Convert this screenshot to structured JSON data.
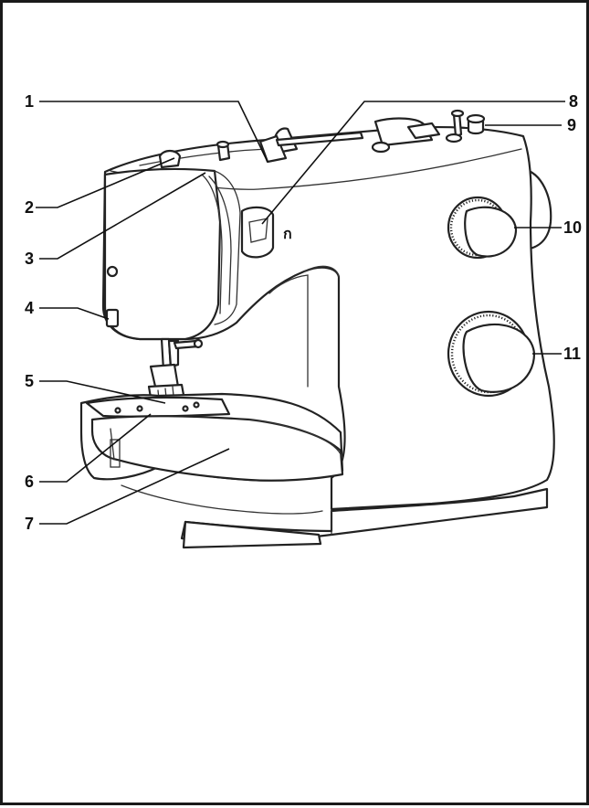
{
  "callouts": [
    {
      "id": "1",
      "label": "1"
    },
    {
      "id": "2",
      "label": "2"
    },
    {
      "id": "3",
      "label": "3"
    },
    {
      "id": "4",
      "label": "4"
    },
    {
      "id": "5",
      "label": "5"
    },
    {
      "id": "6",
      "label": "6"
    },
    {
      "id": "7",
      "label": "7"
    },
    {
      "id": "8",
      "label": "8"
    },
    {
      "id": "9",
      "label": "9"
    },
    {
      "id": "10",
      "label": "10"
    },
    {
      "id": "11",
      "label": "11"
    }
  ],
  "machine": {
    "thread_path_symbol": "ก"
  }
}
